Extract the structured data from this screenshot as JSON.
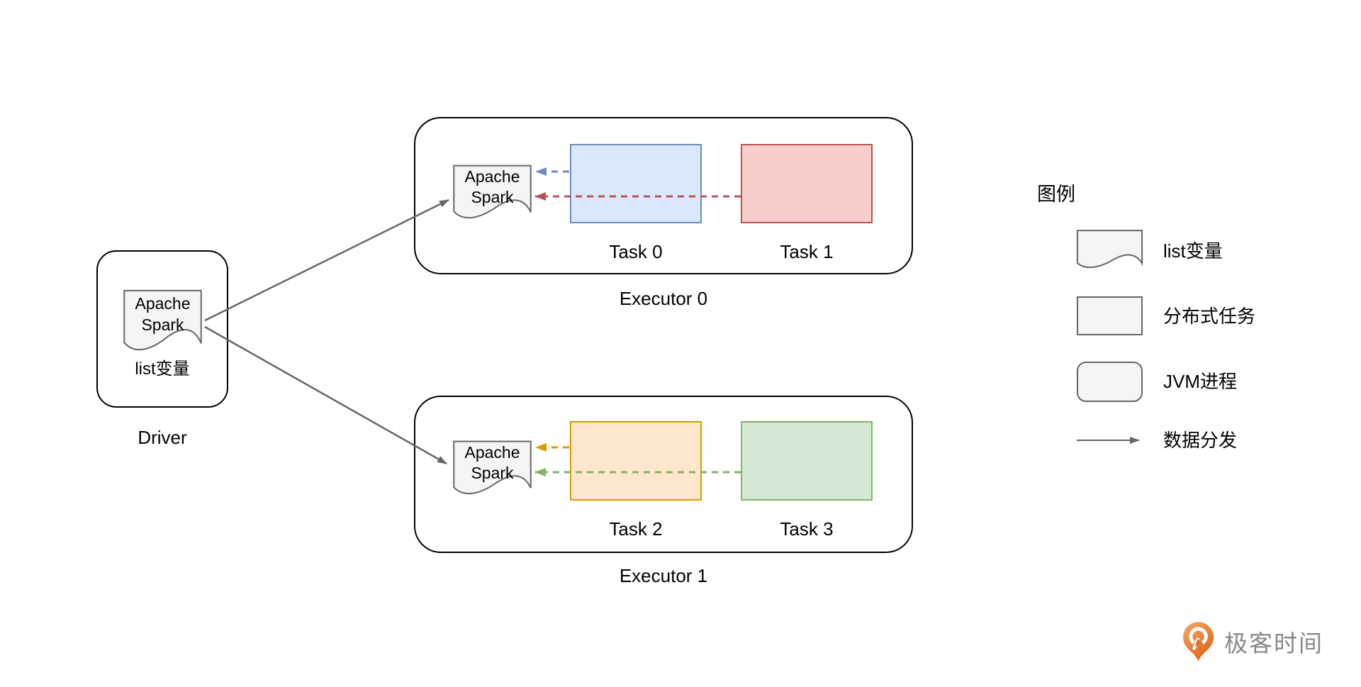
{
  "diagram": {
    "driver": {
      "label": "Driver",
      "doc": {
        "line1": "Apache",
        "line2": "Spark"
      },
      "caption": "list变量"
    },
    "executors": [
      {
        "label": "Executor 0",
        "doc": {
          "line1": "Apache",
          "line2": "Spark"
        },
        "tasks": [
          {
            "label": "Task 0",
            "color": "blue"
          },
          {
            "label": "Task 1",
            "color": "red"
          }
        ]
      },
      {
        "label": "Executor 1",
        "doc": {
          "line1": "Apache",
          "line2": "Spark"
        },
        "tasks": [
          {
            "label": "Task 2",
            "color": "orange"
          },
          {
            "label": "Task 3",
            "color": "green"
          }
        ]
      }
    ],
    "legend": {
      "title": "图例",
      "items": [
        {
          "shape": "document",
          "label": "list变量"
        },
        {
          "shape": "rectangle",
          "label": "分布式任务"
        },
        {
          "shape": "rounded-rectangle",
          "label": "JVM进程"
        },
        {
          "shape": "arrow",
          "label": "数据分发"
        }
      ]
    },
    "logo": {
      "text": "极客时间"
    }
  },
  "colors": {
    "blue_fill": "#dae8fc",
    "blue_stroke": "#6c8ebf",
    "red_fill": "#f8cecc",
    "red_stroke": "#b85450",
    "orange_fill": "#ffe6cc",
    "orange_stroke": "#d79b00",
    "green_fill": "#d5e8d4",
    "green_stroke": "#82b366",
    "doc_fill": "#f5f5f5",
    "doc_stroke": "#666666",
    "arrow_gray": "#666666",
    "logo_orange": "#ee8440",
    "logo_orange_light": "#f5a968",
    "logo_orange_dark": "#e0661a",
    "logo_text_gray": "#87898c"
  }
}
